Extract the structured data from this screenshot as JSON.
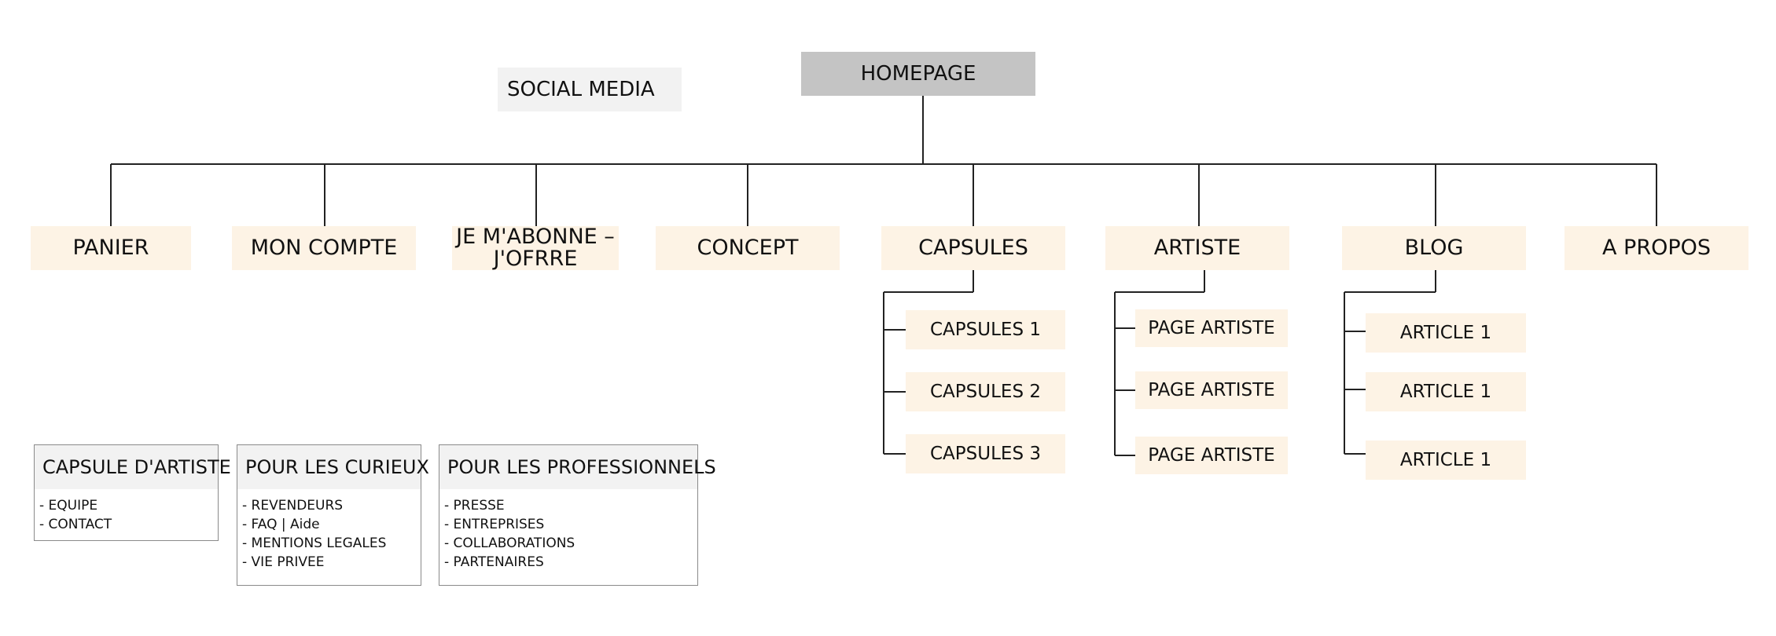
{
  "homepage": "HOMEPAGE",
  "social_media": "SOCIAL MEDIA",
  "sections": {
    "panier": "PANIER",
    "mon_compte": "MON COMPTE",
    "abonne_line1": "JE M'ABONNE –",
    "abonne_line2": "J'OFRRE",
    "concept": "CONCEPT",
    "capsules": "CAPSULES",
    "artiste": "ARTISTE",
    "blog": "BLOG",
    "a_propos": "A PROPOS"
  },
  "capsules_children": [
    "CAPSULES 1",
    "CAPSULES 2",
    "CAPSULES 3"
  ],
  "artiste_children": [
    "PAGE ARTISTE",
    "PAGE ARTISTE",
    "PAGE ARTISTE"
  ],
  "blog_children": [
    "ARTICLE 1",
    "ARTICLE 1",
    "ARTICLE 1"
  ],
  "footer_panels": [
    {
      "title": "CAPSULE D'ARTISTE",
      "items": [
        "EQUIPE",
        "CONTACT"
      ]
    },
    {
      "title": "POUR LES CURIEUX",
      "items": [
        "REVENDEURS",
        "FAQ | Aide",
        "MENTIONS LEGALES",
        "VIE PRIVEE"
      ]
    },
    {
      "title": "POUR LES PROFESSIONNELS",
      "items": [
        "PRESSE",
        "ENTREPRISES",
        "COLLABORATIONS",
        "PARTENAIRES"
      ]
    }
  ]
}
